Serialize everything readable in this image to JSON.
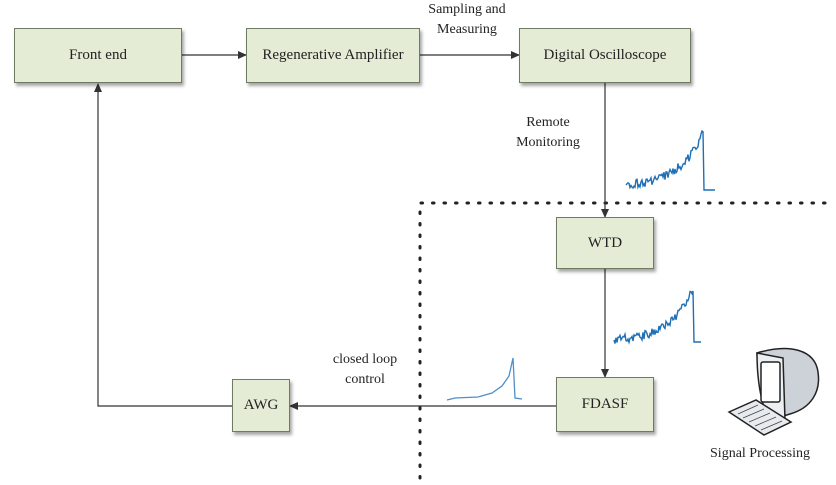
{
  "colors": {
    "box_fill": "#e4ecd6",
    "box_border": "#6f7a62",
    "signal": "#1f6fb5",
    "arrow": "#333333"
  },
  "nodes": {
    "front_end": "Front end",
    "regenerative_amplifier": "Regenerative Amplifier",
    "digital_oscilloscope": "Digital Oscilloscope",
    "wtd": "WTD",
    "fdasf": "FDASF",
    "awg": "AWG"
  },
  "labels": {
    "sampling_line1": "Sampling and",
    "sampling_line2": "Measuring",
    "remote_line1": "Remote",
    "remote_line2": "Monitoring",
    "closed_loop_line1": "closed loop",
    "closed_loop_line2": "control",
    "signal_processing": "Signal Processing"
  },
  "icons": {
    "computer": "computer-monitor-keyboard-icon"
  }
}
